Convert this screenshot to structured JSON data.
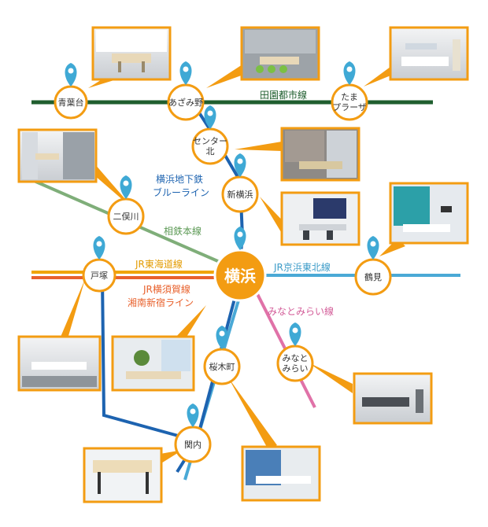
{
  "lines": {
    "denentoshi": {
      "label": "田園都市線",
      "color": "#1f5e2e"
    },
    "blue_line": {
      "label_1": "横浜地下鉄",
      "label_2": "ブルーライン",
      "color": "#1d63b0"
    },
    "sotetsu": {
      "label": "相鉄本線",
      "color": "#7fae79"
    },
    "tokaido": {
      "label": "JR東海道線",
      "color": "#f0a500"
    },
    "keihin_tohoku": {
      "label": "JR京浜東北線",
      "color": "#4aa9d6"
    },
    "yokosuka": {
      "label_1": "JR横須賀線",
      "label_2": "湘南新宿ライン",
      "color": "#e8612c"
    },
    "minatomirai": {
      "label": "みなとみらい線",
      "color": "#e072a8"
    }
  },
  "stations": {
    "aobadai": {
      "label": "青葉台"
    },
    "azamino": {
      "label": "あざみ野"
    },
    "tama_plaza": {
      "label_1": "たま",
      "label_2": "プラーザ"
    },
    "center_kita": {
      "label_1": "センター",
      "label_2": "北"
    },
    "shin_yokohama": {
      "label": "新横浜"
    },
    "futamatagawa": {
      "label": "二俣川"
    },
    "totsuka": {
      "label": "戸塚"
    },
    "yokohama": {
      "label": "横浜"
    },
    "tsurumi": {
      "label": "鶴見"
    },
    "sakuragicho": {
      "label": "桜木町"
    },
    "minatomirai": {
      "label_1": "みなと",
      "label_2": "みらい"
    },
    "kannai": {
      "label": "関内"
    }
  },
  "colors": {
    "accent": "#f39c12",
    "pin": "#3fa9d5",
    "room_wall": "#eef0f2",
    "table": "#e8d8b8"
  }
}
